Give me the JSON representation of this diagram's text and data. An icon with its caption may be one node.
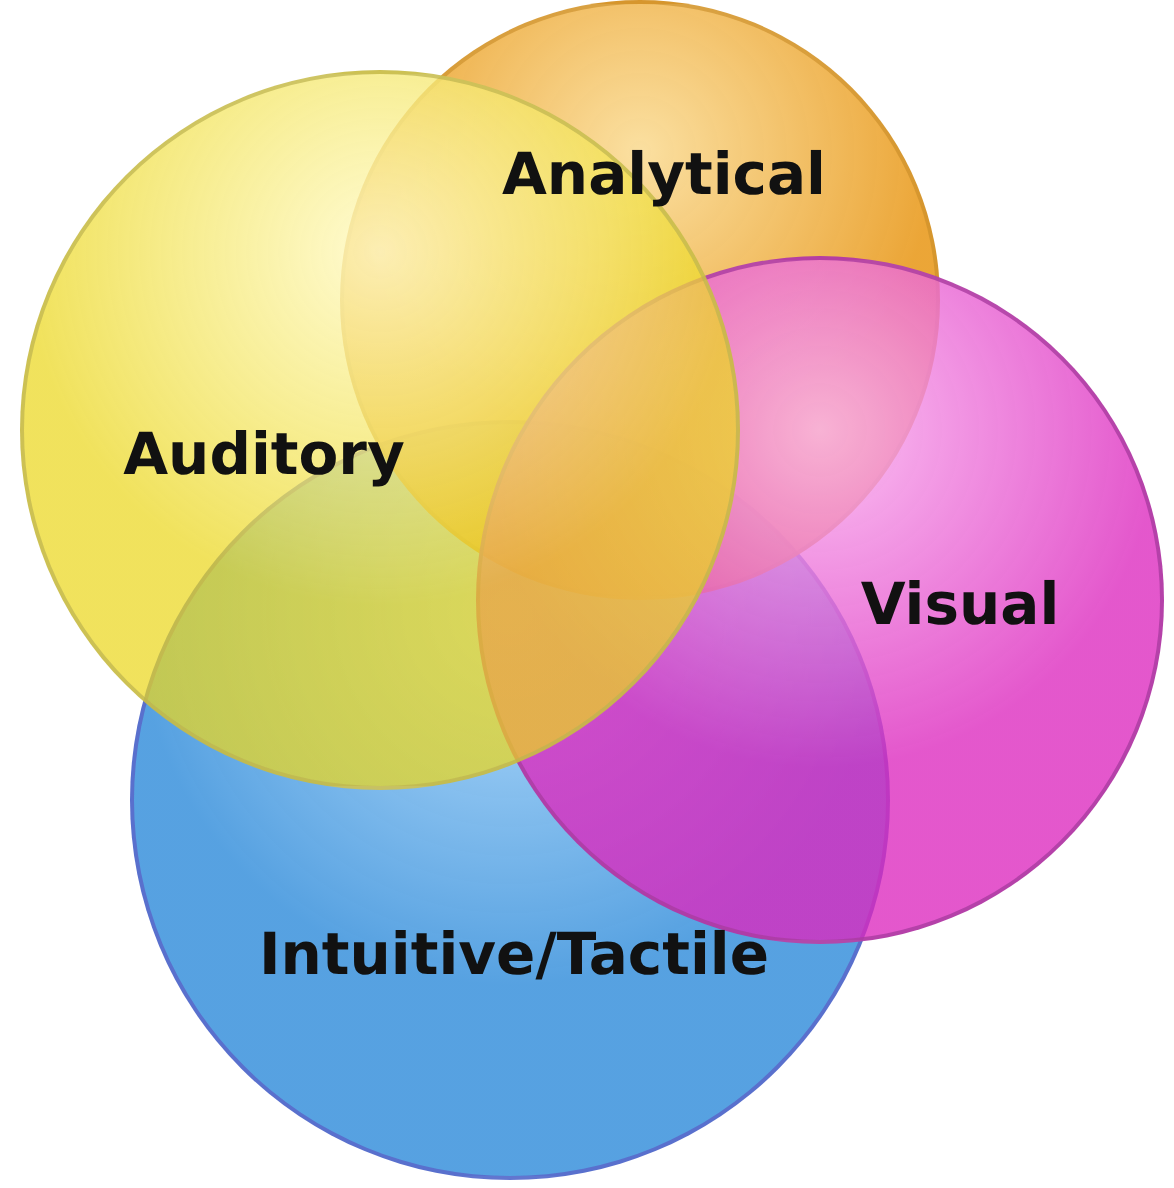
{
  "diagram": {
    "nodes": [
      {
        "text": [
          "Analytical"
        ]
      },
      {
        "text": [
          "Auditory"
        ]
      },
      {
        "text": [
          "Visual"
        ]
      },
      {
        "text": [
          "Intuitive/Tactile"
        ]
      }
    ],
    "edges": []
  }
}
